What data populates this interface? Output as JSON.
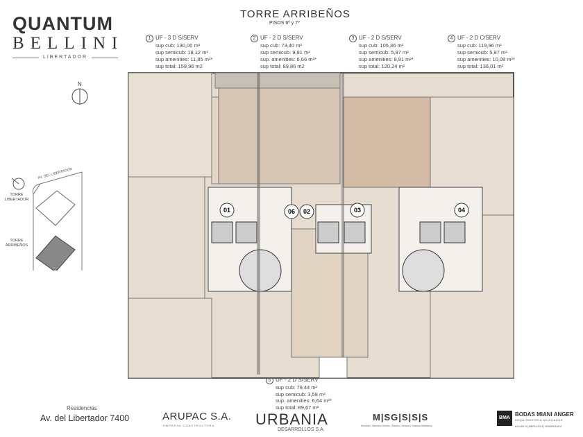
{
  "brand": {
    "line1": "QUANTUM",
    "line2": "BELLINI",
    "line3": "LIBERTADOR"
  },
  "header": {
    "title": "TORRE  ARRIBEÑOS",
    "subtitle": "PISOS 6º y 7º"
  },
  "units": [
    {
      "num": "1",
      "type": "UF - 3 D S/SERV",
      "cub": "sup cub: 130,00 m²",
      "semi": "sup semicub: 18,12 m²",
      "amen": "sup amenities: 11,85 m²*",
      "total": "sup total: 159,96 m2"
    },
    {
      "num": "2",
      "type": "UF - 2 D S/SERV",
      "cub": "sup cub: 73,40 m²",
      "semi": "sup semicub: 9,81 m²",
      "amen": "sup. amenities: 6,66 m²*",
      "total": "sup total: 89,86 m2"
    },
    {
      "num": "3",
      "type": "UF - 2 D S/SERV",
      "cub": "sup cub: 105,36 m²",
      "semi": "sup semicub: 5,97 m²",
      "amen": "sup amenities: 8,91 m²*",
      "total": "sup total: 120,24 m²"
    },
    {
      "num": "4",
      "type": "UF - 2 D C/SERV",
      "cub": "sup cub: 119,96 m²",
      "semi": "sup semicub: 5,97 m²",
      "amen": "sup amenities: 10,08 m²*",
      "total": "sup total: 136,01 m²"
    },
    {
      "num": "6",
      "type": "UF - 2 D S/SERV",
      "cub": "sup cub: 79,44 m²",
      "semi": "sup semicub: 3,58 m²",
      "amen": "sup. amenities: 6,64 m²*",
      "total": "sup total: 89,67 m²"
    }
  ],
  "plan_labels": [
    "01",
    "06",
    "02",
    "03",
    "04"
  ],
  "compass": "N",
  "site": {
    "street": "AV. DEL LIBERTADOR",
    "tower1": "TORRE LIBERTADOR",
    "tower2": "TORRE ARRIBEÑOS"
  },
  "footer": {
    "res_label": "Residencias",
    "address": "Av. del Libertador  7400",
    "arupac": "ARUPAC S.A.",
    "arupac_sub": "EMPRESA CONSTRUCTORA",
    "urbania": "URBANIA",
    "urbania_sub": "DESARROLLOS  S.A.",
    "msg": "M|SG|S|S|S",
    "msg_sub": "Mondnic | Sánchez Gómez | Santos | Sensori | Solsona Sallaberry",
    "bma_mark": "BMA",
    "bma_name": "BODAS MIANI ANGER",
    "bma_sub": "ARQUITECTOS & ASOCIADOS",
    "bma_sub2": "AGUAYO | BERCOSO | RODRIGUEZ"
  }
}
